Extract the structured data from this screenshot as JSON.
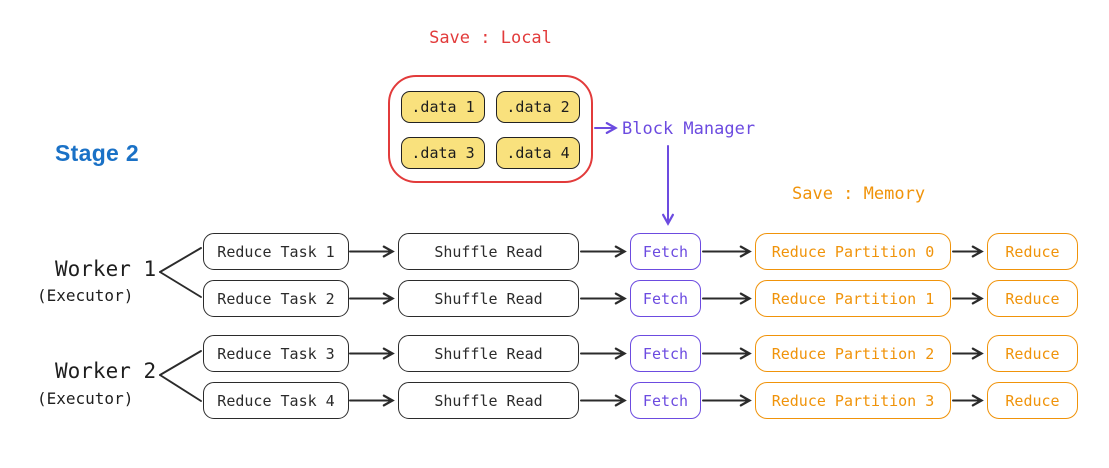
{
  "diagram": {
    "stage_label": "Stage 2",
    "save_local_label": "Save : Local",
    "save_memory_label": "Save : Memory",
    "block_manager_label": "Block Manager",
    "data_blocks": [
      {
        "label": ".data 1"
      },
      {
        "label": ".data 2"
      },
      {
        "label": ".data 3"
      },
      {
        "label": ".data 4"
      }
    ],
    "workers": [
      {
        "name": "Worker 1",
        "role": "(Executor)"
      },
      {
        "name": "Worker 2",
        "role": "(Executor)"
      }
    ],
    "rows": [
      {
        "task": "Reduce Task 1",
        "shuffle": "Shuffle Read",
        "fetch": "Fetch",
        "partition": "Reduce Partition 0",
        "reduce": "Reduce"
      },
      {
        "task": "Reduce Task 2",
        "shuffle": "Shuffle Read",
        "fetch": "Fetch",
        "partition": "Reduce Partition 1",
        "reduce": "Reduce"
      },
      {
        "task": "Reduce Task 3",
        "shuffle": "Shuffle Read",
        "fetch": "Fetch",
        "partition": "Reduce Partition 2",
        "reduce": "Reduce"
      },
      {
        "task": "Reduce Task 4",
        "shuffle": "Shuffle Read",
        "fetch": "Fetch",
        "partition": "Reduce Partition 3",
        "reduce": "Reduce"
      }
    ],
    "colors": {
      "red": "#e23b3b",
      "orange": "#f0930a",
      "purple": "#6c4be0",
      "blue": "#1a71c6",
      "yellow_fill": "#f9e17d",
      "ink": "#2b2b2b"
    }
  }
}
